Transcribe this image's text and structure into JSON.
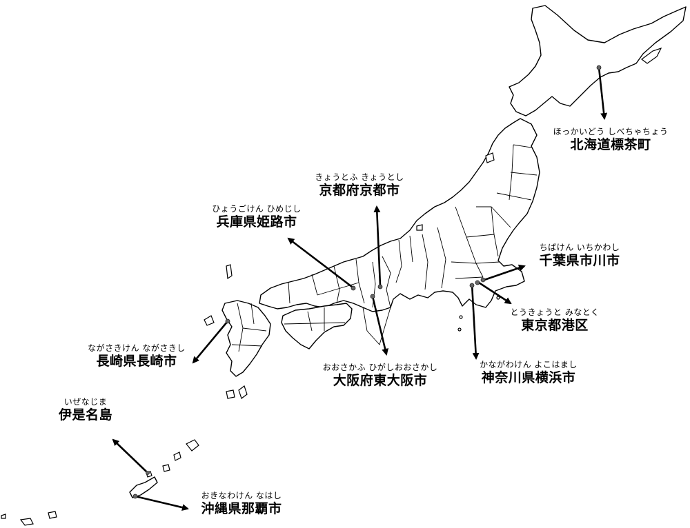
{
  "map": {
    "colors": {
      "land": "#ffffff",
      "outline": "#000000",
      "marker": "#666666"
    },
    "places": [
      {
        "id": "shibecha",
        "ruby": "ほっかいどう しべちゃちょう",
        "name": "北海道標茶町"
      },
      {
        "id": "kyoto",
        "ruby": "きょうとふ きょうとし",
        "name": "京都府京都市"
      },
      {
        "id": "himeji",
        "ruby": "ひょうごけん ひめじし",
        "name": "兵庫県姫路市"
      },
      {
        "id": "ichikawa",
        "ruby": "ちばけん いちかわし",
        "name": "千葉県市川市"
      },
      {
        "id": "minato",
        "ruby": "とうきょうと みなとく",
        "name": "東京都港区"
      },
      {
        "id": "nagasaki",
        "ruby": "ながさきけん ながさきし",
        "name": "長崎県長崎市"
      },
      {
        "id": "higashiosaka",
        "ruby": "おおさかふ ひがしおおさかし",
        "name": "大阪府東大阪市"
      },
      {
        "id": "yokohama",
        "ruby": "かながわけん よこはまし",
        "name": "神奈川県横浜市"
      },
      {
        "id": "izena",
        "ruby": "いぜなじま",
        "name": "伊是名島"
      },
      {
        "id": "naha",
        "ruby": "おきなわけん なはし",
        "name": "沖縄県那覇市"
      }
    ]
  }
}
